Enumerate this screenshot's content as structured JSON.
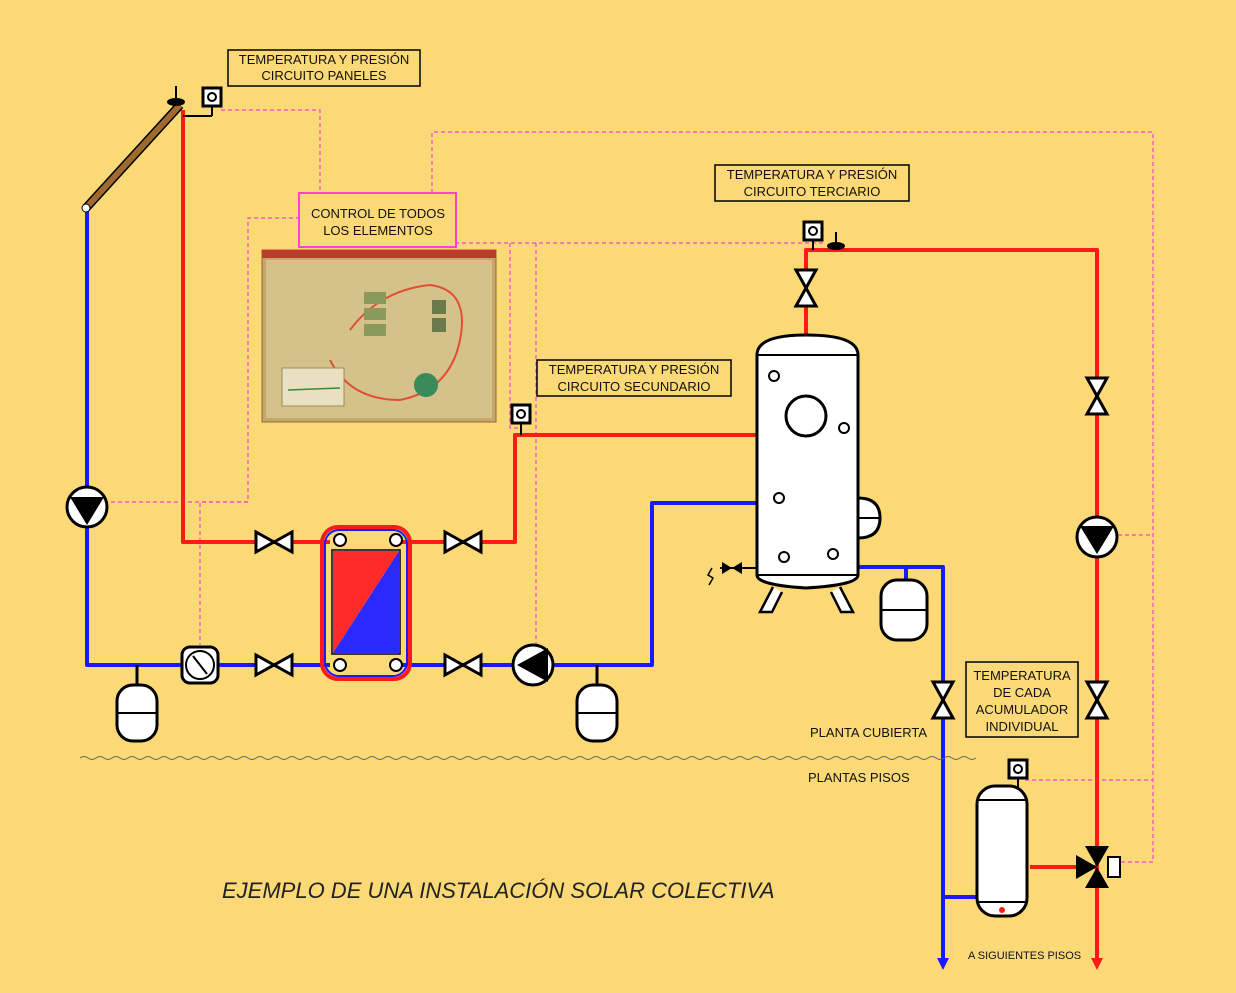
{
  "labels": {
    "temp_paneles_1": "TEMPERATURA Y PRESIÓN",
    "temp_paneles_2": "CIRCUITO PANELES",
    "temp_terciario_1": "TEMPERATURA Y PRESIÓN",
    "temp_terciario_2": "CIRCUITO TERCIARIO",
    "temp_secundario_1": "TEMPERATURA Y PRESIÓN",
    "temp_secundario_2": "CIRCUITO SECUNDARIO",
    "control_1": "CONTROL DE TODOS",
    "control_2": "LOS ELEMENTOS",
    "acum_1": "TEMPERATURA",
    "acum_2": "DE CADA",
    "acum_3": "ACUMULADOR",
    "acum_4": "INDIVIDUAL",
    "planta_cubierta": "PLANTA CUBIERTA",
    "plantas_pisos": "PLANTAS PISOS",
    "siguientes_pisos": "A SIGUIENTES PISOS",
    "title": "EJEMPLO DE UNA INSTALACIÓN SOLAR COLECTIVA"
  },
  "colors": {
    "background": "#fbd976",
    "hot_pipe": "#ff1a1a",
    "cold_pipe": "#1a1aff",
    "control_line": "#ff40d0"
  }
}
